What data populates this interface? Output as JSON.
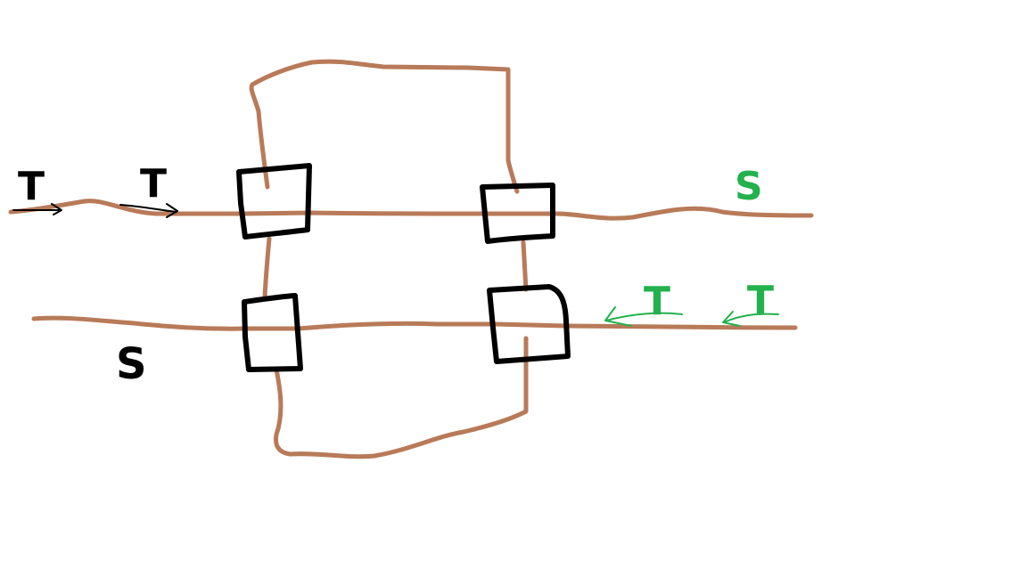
{
  "colors": {
    "background": "#ffffff",
    "wire": "#b87a58",
    "box": "#000000",
    "label_black": "#000000",
    "label_green": "#22b14c"
  },
  "labels": {
    "top_left_token_1": "T",
    "top_left_token_2": "T",
    "top_right_line": "S",
    "bottom_left_line": "S",
    "bottom_right_token_1": "T",
    "bottom_right_token_2": "T"
  }
}
